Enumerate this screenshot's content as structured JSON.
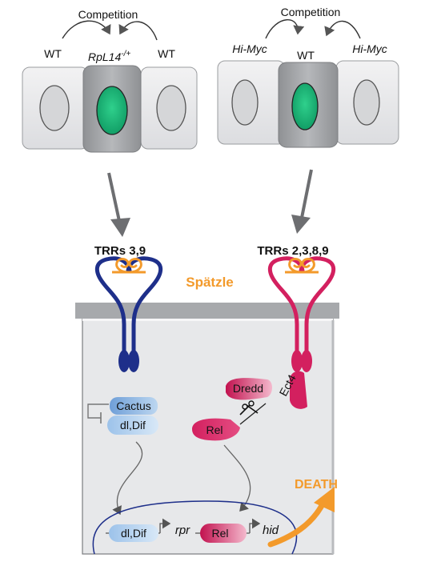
{
  "left_panel": {
    "title": "Competition",
    "cell_left": "WT",
    "cell_middle": "RpL14",
    "cell_middle_sup": "-/+",
    "cell_right": "WT",
    "receptors": "TRRs 3,9"
  },
  "right_panel": {
    "title": "Competition",
    "cell_left": "Hi-Myc",
    "cell_middle": "WT",
    "cell_right": "Hi-Myc",
    "receptors": "TRRs 2,3,8,9"
  },
  "ligand": "Spätzle",
  "pathway_left": {
    "inhibitor": "Cactus",
    "tf": "dl,Dif",
    "nuclear_tf": "dl,Dif",
    "gene": "rpr"
  },
  "pathway_right": {
    "adaptor": "Ect4",
    "caspase": "Dredd",
    "tf": "Rel",
    "nuclear_tf": "Rel",
    "gene": "hid"
  },
  "outcome": "DEATH",
  "colors": {
    "cell_fill": "#e6e7e8",
    "cell_dark": "#9d9fa2",
    "nucleus_green": "#1fb57a",
    "blue_receptor": "#1e2f8a",
    "pink_receptor": "#d3205f",
    "ligand_orange": "#f39a2b",
    "membrane": "#a7a9ac"
  }
}
